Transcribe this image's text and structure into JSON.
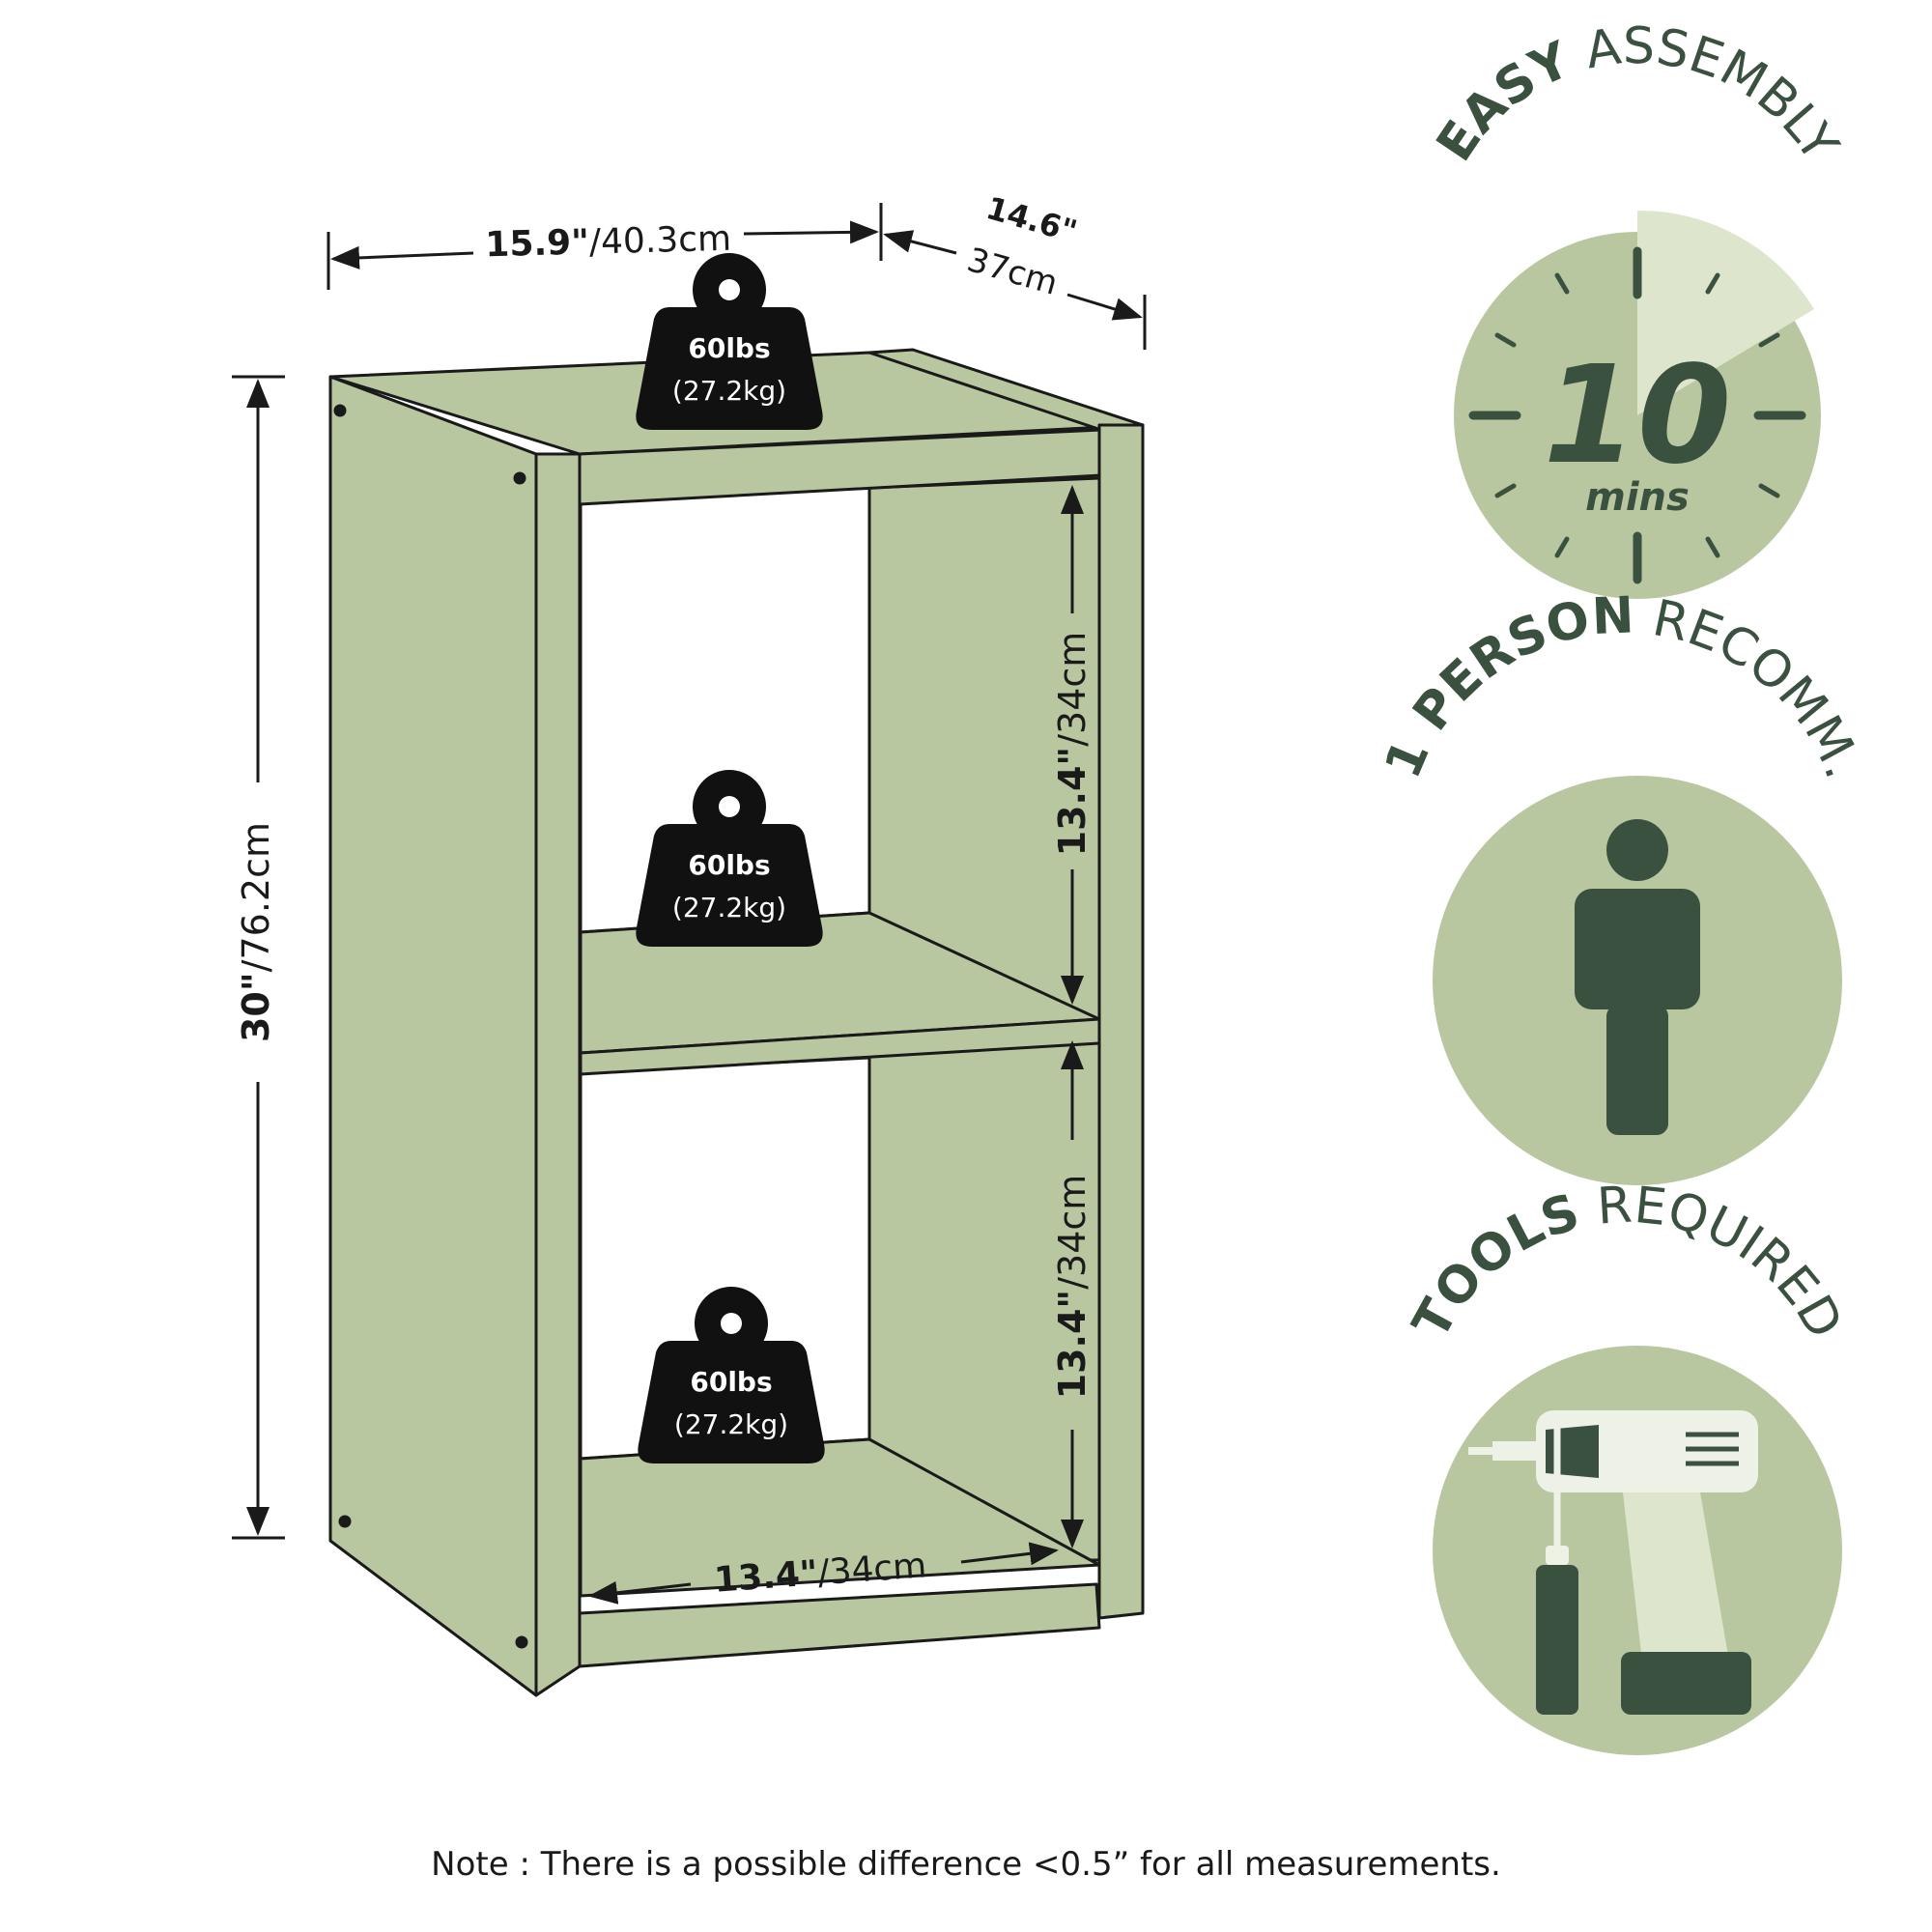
{
  "colors": {
    "panel": "#b8c7a0",
    "panel_light": "#dde6cc",
    "dark": "#3a5140",
    "ink": "#1a1a1a",
    "weight": "#111111"
  },
  "dimensions": {
    "width": {
      "value": "15.9\"",
      "unit": "/40.3cm"
    },
    "depth": {
      "value": "14.6\"",
      "unit": "37cm"
    },
    "height": {
      "value": "30\"",
      "unit": "/76.2cm"
    },
    "upper_cube": {
      "value": "13.4\"",
      "unit": "/34cm"
    },
    "lower_cube": {
      "value": "13.4\"",
      "unit": "/34cm"
    },
    "inner_width": {
      "value": "13.4\"",
      "unit": "/34cm"
    }
  },
  "weights": [
    {
      "lbs": "60lbs",
      "kg": "(27.2kg)"
    },
    {
      "lbs": "60lbs",
      "kg": "(27.2kg)"
    },
    {
      "lbs": "60lbs",
      "kg": "(27.2kg)"
    }
  ],
  "badges": {
    "assembly": {
      "bold": "EASY",
      "light": "ASSEMBLY",
      "number": "10",
      "unit": "mins",
      "icon": "timer-icon"
    },
    "person": {
      "bold": "1 PERSON",
      "light": "RECOMM.",
      "icon": "person-icon"
    },
    "tools": {
      "bold": "TOOLS",
      "light": "REQUIRED",
      "icon": "drill-icon"
    }
  },
  "note": "Note : There is a possible difference <0.5” for all measurements."
}
